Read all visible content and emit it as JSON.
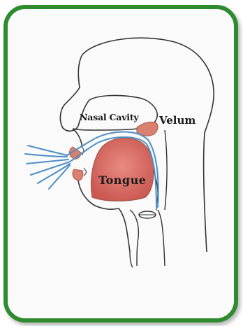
{
  "labels": {
    "nasal_cavity": "Nasal Cavity",
    "velum": "Velum",
    "tongue": "Tongue"
  },
  "colors": {
    "frame_green": "#2e8b2e",
    "frame_dark": "#1f6b1f",
    "outline": "#333333",
    "tissue_red": "#d9806f",
    "tongue_red": "#d66a63",
    "airflow_blue": "#4f8fc4"
  }
}
